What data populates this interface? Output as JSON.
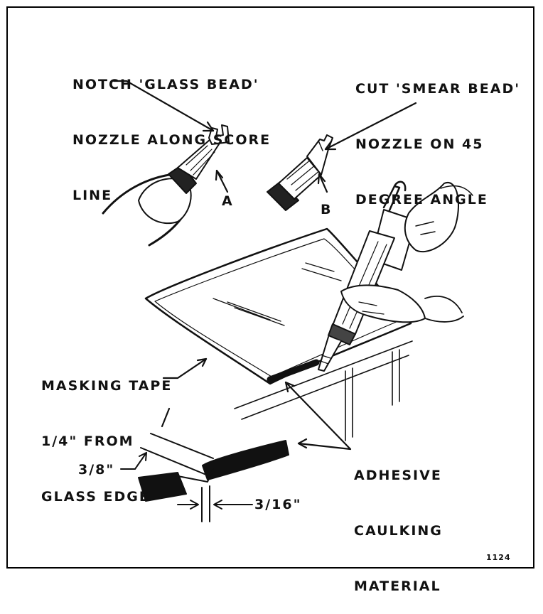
{
  "callouts": {
    "glass_bead": [
      "NOTCH 'GLASS BEAD'",
      "NOZZLE ALONG SCORE",
      "LINE"
    ],
    "smear_bead": [
      "CUT 'SMEAR BEAD'",
      "NOZZLE ON 45",
      "DEGREE ANGLE"
    ],
    "masking_tape": [
      "MASKING TAPE",
      "1/4\" FROM",
      "GLASS EDGE"
    ],
    "adhesive": [
      "ADHESIVE",
      "CAULKING",
      "MATERIAL"
    ]
  },
  "letters": {
    "a": "A",
    "b": "B"
  },
  "dimensions": {
    "width": "3/8\"",
    "gap": "3/16\""
  },
  "figure_number": "1124",
  "colors": {
    "ink": "#111111",
    "paper": "#ffffff"
  }
}
